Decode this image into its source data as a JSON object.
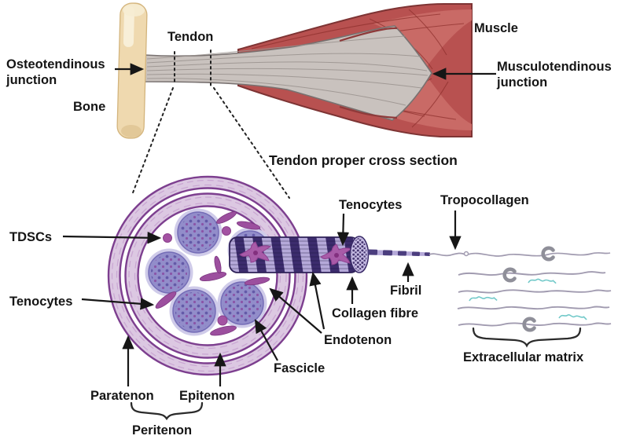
{
  "figure": {
    "description": "Hierarchical anatomy of a tendon from bone to extracellular matrix",
    "labels": {
      "osteotendinous_junction": "Osteotendinous junction",
      "bone": "Bone",
      "tendon": "Tendon",
      "muscle": "Muscle",
      "musculotendinous_junction": "Musculotendinous junction",
      "section_title": "Tendon proper cross section",
      "tdscs": "TDSCs",
      "tenocytes_cross_section": "Tenocytes",
      "tenocytes_fibre": "Tenocytes",
      "tropocollagen": "Tropocollagen",
      "fibril": "Fibril",
      "collagen_fibre": "Collagen fibre",
      "endotenon": "Endotenon",
      "fascicle": "Fascicle",
      "paratenon": "Paratenon",
      "epitenon": "Epitenon",
      "peritenon": "Peritenon",
      "extracellular_matrix": "Extracellular matrix"
    },
    "colors": {
      "muscle": "#b85150",
      "muscle_light": "#c96a66",
      "muscle_outline": "#7e3434",
      "tendon": "#c9c2be",
      "bone": "#efd9af",
      "sheath_band": "#dcc8e2",
      "sheath_border": "#7d3f8f",
      "fascicle_fill": "#928dca",
      "fascicle_halo": "#cfcbe9",
      "fibre_dark_stripe": "#3c2c6d",
      "fibre_light_stripe": "#b5a9d9",
      "cell_magenta": "#a352a2",
      "ecm_line": "#a19bb0",
      "crosslink": "#8f8f99",
      "glycan_teal": "#72c9c9",
      "text": "#151515"
    }
  }
}
